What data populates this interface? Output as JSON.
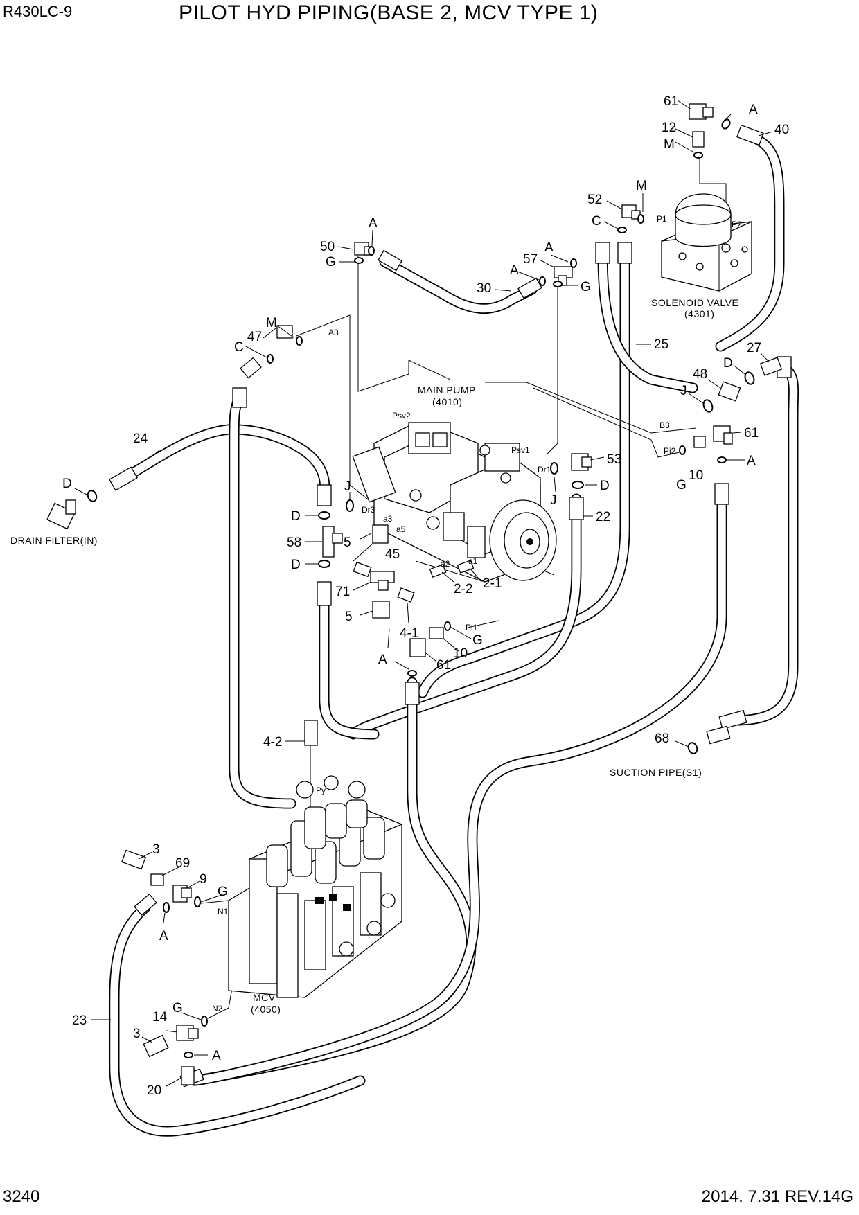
{
  "header": {
    "model": "R430LC-9",
    "title": "PILOT HYD PIPING(BASE 2, MCV TYPE 1)"
  },
  "footer": {
    "page_number": "3240",
    "revision": "2014. 7.31  REV.14G"
  },
  "components": {
    "main_pump": "MAIN PUMP",
    "main_pump_code": "(4010)",
    "solenoid_valve": "SOLENOID VALVE",
    "solenoid_valve_code": "(4301)",
    "mcv": "MCV",
    "mcv_code": "(4050)",
    "drain_filter": "DRAIN FILTER(IN)",
    "suction_pipe": "SUCTION PIPE(S1)"
  },
  "port_labels": {
    "psv2": "Psv2",
    "psv1": "Psv1",
    "dr1": "Dr1",
    "dr3": "Dr3",
    "a1": "a1",
    "a2": "a2",
    "a3": "a3",
    "a5": "a5",
    "pi1": "Pi1",
    "pi2": "Pi2",
    "b3": "B3",
    "a3_upper": "A3",
    "p1": "P1",
    "p2": "P2",
    "py": "Py",
    "n1": "N1",
    "n2": "N2"
  },
  "callouts": {
    "p61_top": "61",
    "a_top": "A",
    "p40": "40",
    "p12": "12",
    "m_top": "M",
    "m_sol": "M",
    "p52": "52",
    "c_sol": "C",
    "p50": "50",
    "g50": "G",
    "a50": "A",
    "a57": "A",
    "p57": "57",
    "a57b": "A",
    "p30": "30",
    "g57": "G",
    "m47": "M",
    "p47": "47",
    "c47": "C",
    "p25": "25",
    "p27": "27",
    "d27": "D",
    "p48": "48",
    "j48": "J",
    "p61_right": "61",
    "a_right": "A",
    "g_right": "G",
    "p10_right": "10",
    "p24": "24",
    "d_filter": "D",
    "p53": "53",
    "d53": "D",
    "j53": "J",
    "p22": "22",
    "d_left1": "D",
    "j_left": "J",
    "p58": "58",
    "p5_upper": "5",
    "p45": "45",
    "d_left2": "D",
    "p71": "71",
    "p5_lower": "5",
    "p2_2": "2-2",
    "p2_1": "2-1",
    "p4_1": "4-1",
    "g_mid": "G",
    "p10_mid": "10",
    "a_mid": "A",
    "p61_mid": "61",
    "p68": "68",
    "p4_2": "4-2",
    "p3_upper": "3",
    "p69": "69",
    "p9": "9",
    "g_mcv1": "G",
    "a_mcv1": "A",
    "p23": "23",
    "g_mcv2": "G",
    "p14": "14",
    "p3_lower": "3",
    "a_mcv2": "A",
    "p20": "20"
  }
}
